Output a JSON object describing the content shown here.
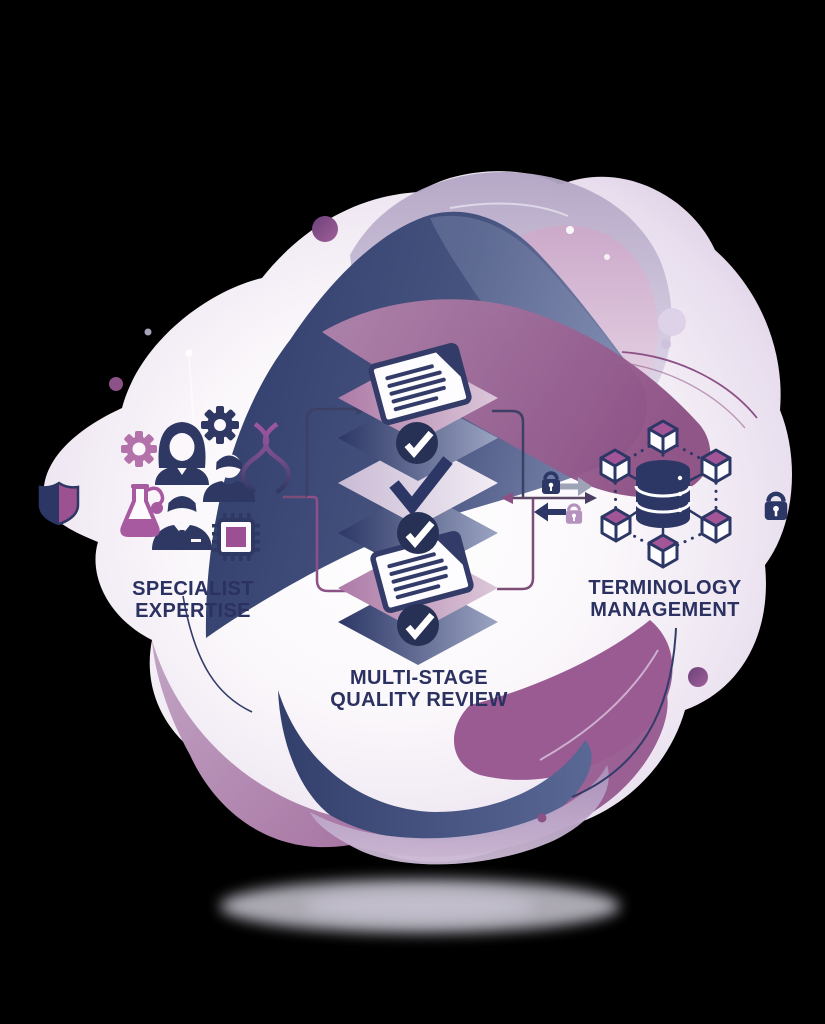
{
  "illustration": {
    "type": "marketing-infographic-blob",
    "sections": {
      "specialist": {
        "line1": "SPECIALIST",
        "line2": "EXPERTISE",
        "icons": [
          "gear-icon",
          "gear-icon",
          "female-user-icon",
          "male-user-icon",
          "dna-icon",
          "flask-icon",
          "businessman-icon",
          "chip-icon",
          "shield-icon"
        ]
      },
      "quality": {
        "line1": "MULTI-STAGE",
        "line2": "QUALITY REVIEW",
        "icons": [
          "document-icon",
          "stack-layer",
          "checkmark-circle-icon",
          "checkmark-icon",
          "stack-layer",
          "checkmark-circle-icon",
          "document-icon",
          "stack-layer",
          "checkmark-circle-icon",
          "flow-arrow-icon"
        ]
      },
      "terminology": {
        "line1": "TERMINOLOGY",
        "line2": "MANAGEMENT",
        "icons": [
          "database-icon",
          "cube-icon",
          "cube-icon",
          "cube-icon",
          "cube-icon",
          "cube-icon",
          "cube-icon",
          "lock-icon",
          "transfer-arrow-icon",
          "lock-icon"
        ]
      }
    },
    "colors": {
      "background": "#000000",
      "text_navy": "#2b3160",
      "icon_navy": "#2c3766",
      "magenta": "#9c5190",
      "purple_wave": "#8d5387",
      "navy_wave": "#36426e",
      "lavender": "#cfc3dd",
      "light_blob": "#f1ebf4",
      "gray_arrow": "#9fa3b8",
      "light_lock": "#b592bd"
    }
  }
}
